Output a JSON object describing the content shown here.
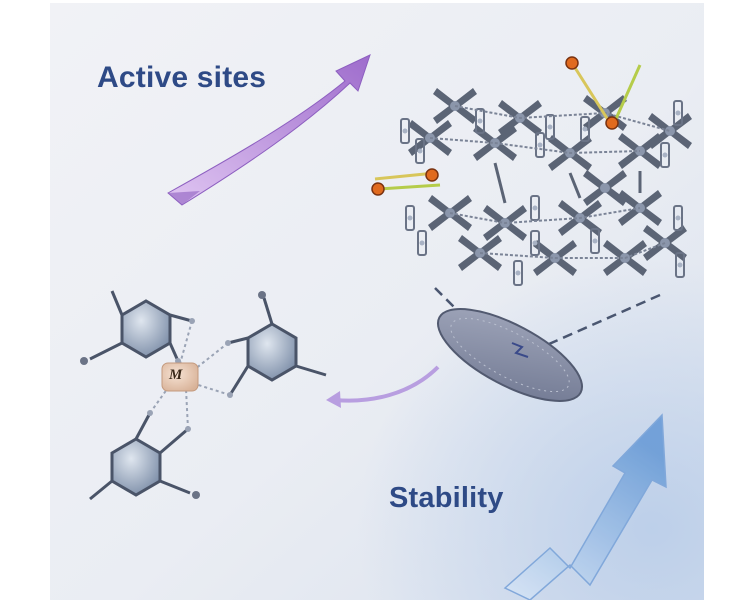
{
  "labels": {
    "active_sites": "Active sites",
    "stability": "Stability",
    "metal_center": "M"
  },
  "colors": {
    "background_top": "#eef0f5",
    "background_bottom": "#e4e8f1",
    "title_text": "#2e4a86",
    "active_sites_arrow": "#b48ad8",
    "stability_arrow": "#8fb6e6",
    "framework": "#5f6878",
    "metal_node": "#e8c9b3",
    "guest_molecule": "#e06a1e",
    "disk": "#8b92a8",
    "ring_fill": "#8fa0b8"
  },
  "icons": {
    "active_sites_arrow": "curved-arrow-up-right-icon",
    "stability_arrow": "rising-zigzag-arrow-icon",
    "framework": "mof-framework-icon",
    "disk": "crystal-disk-icon",
    "coordination_complex": "metal-complex-icon",
    "connector_arrow": "curved-arrow-left-icon"
  }
}
